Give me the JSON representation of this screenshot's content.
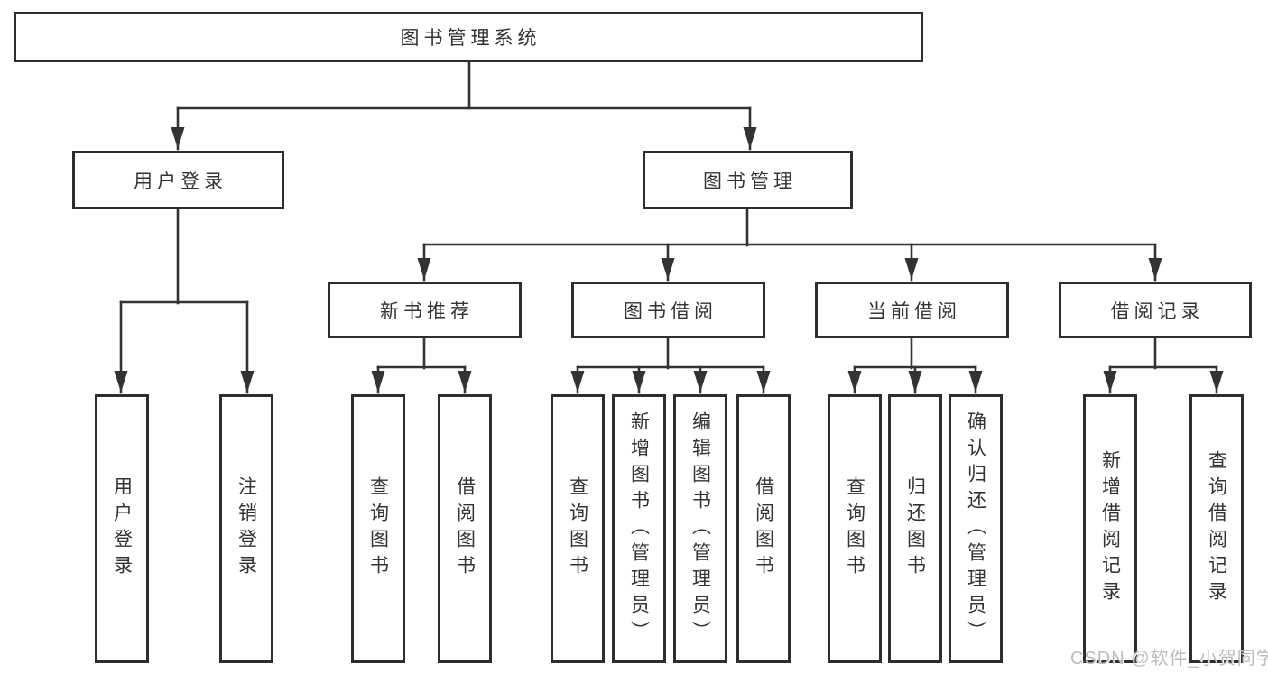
{
  "tree": {
    "label": "图书管理系统",
    "children": [
      {
        "label": "用户登录",
        "children": [
          {
            "label": "用户登录"
          },
          {
            "label": "注销登录"
          }
        ]
      },
      {
        "label": "图书管理",
        "children": [
          {
            "label": "新书推荐",
            "children": [
              {
                "label": "查询图书"
              },
              {
                "label": "借阅图书"
              }
            ]
          },
          {
            "label": "图书借阅",
            "children": [
              {
                "label": "查询图书"
              },
              {
                "label": "新增图书（管理员）"
              },
              {
                "label": "编辑图书（管理员）"
              },
              {
                "label": "借阅图书"
              }
            ]
          },
          {
            "label": "当前借阅",
            "children": [
              {
                "label": "查询图书"
              },
              {
                "label": "归还图书"
              },
              {
                "label": "确认归还（管理员）"
              }
            ]
          },
          {
            "label": "借阅记录",
            "children": [
              {
                "label": "新增借阅记录"
              },
              {
                "label": "查询借阅记录"
              }
            ]
          }
        ]
      }
    ]
  },
  "watermark": {
    "text": "CSDN @软件_小贺同学"
  },
  "colors": {
    "line": "#333333",
    "box_border": "#2e2e2e",
    "text": "#333333",
    "watermark": "#bcbcbc",
    "background": "#ffffff"
  }
}
